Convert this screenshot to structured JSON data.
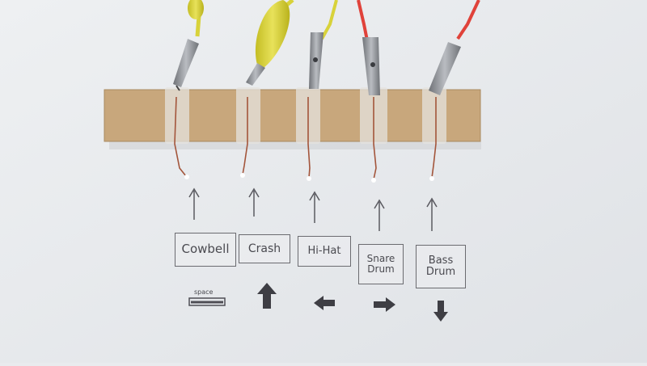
{
  "labels": [
    {
      "line1": "Cowbell",
      "line2": ""
    },
    {
      "line1": "Crash",
      "line2": ""
    },
    {
      "line1": "Hi-Hat",
      "line2": ""
    },
    {
      "line1": "Snare",
      "line2": "Drum"
    },
    {
      "line1": "Bass",
      "line2": "Drum"
    }
  ],
  "keys": {
    "space": "space",
    "up": "up-arrow-icon",
    "left": "left-arrow-icon",
    "right": "right-arrow-icon",
    "down": "down-arrow-icon"
  },
  "colors": {
    "background": "#e9ebee",
    "board": "#c8a77c",
    "clip_yellow": "#d8d23a",
    "wire_red": "#e0423a",
    "clip_metal": "#8a8d92",
    "copper": "#a3553b"
  }
}
